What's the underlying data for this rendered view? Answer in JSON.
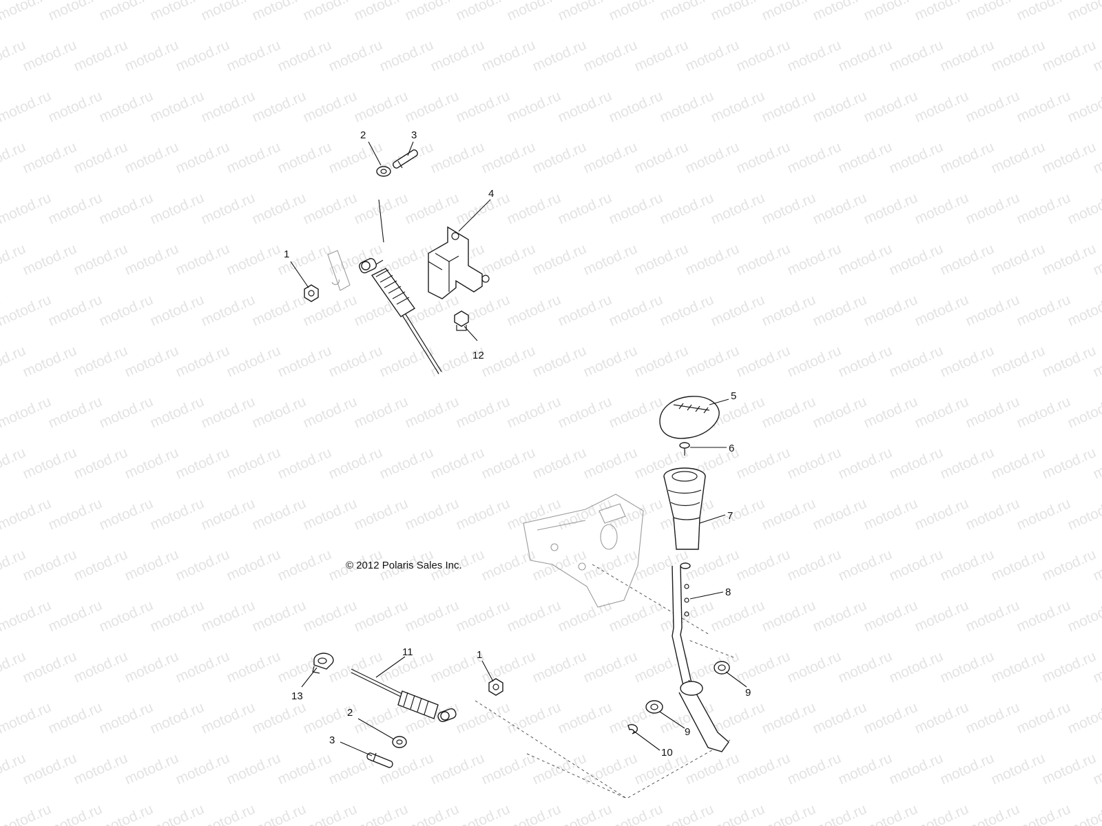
{
  "watermark_text": "motod.ru",
  "copyright": "© 2012 Polaris Sales Inc.",
  "callouts": [
    "1",
    "2",
    "3",
    "4",
    "12",
    "5",
    "6",
    "7",
    "8",
    "9",
    "9",
    "10",
    "11",
    "1",
    "2",
    "3",
    "13"
  ],
  "icons": [
    "nut",
    "washer",
    "clevis-pin",
    "bracket",
    "shift-cable",
    "shift-knob",
    "screw",
    "shift-boot",
    "shift-lever",
    "bushing",
    "e-clip",
    "cable-clamp",
    "shifter-plate"
  ]
}
